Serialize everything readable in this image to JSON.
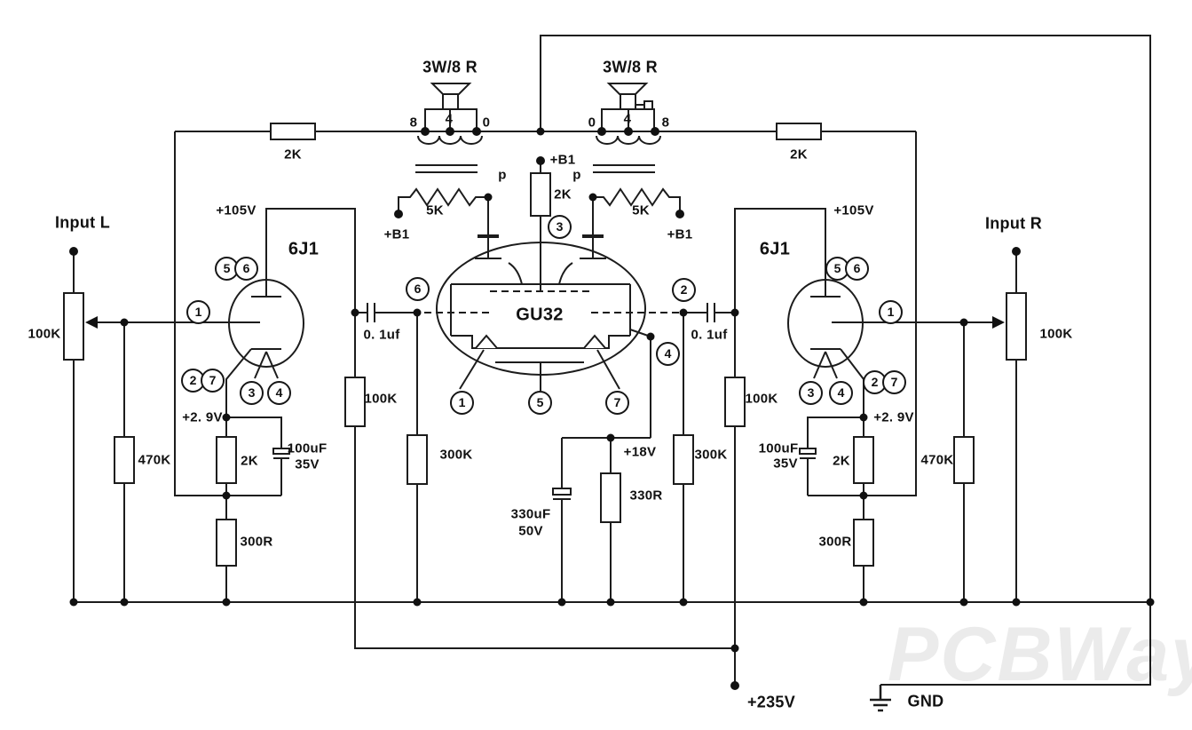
{
  "watermark": "PCBWay",
  "power": {
    "supply": "+235V",
    "ground": "GND"
  },
  "inputs": {
    "left": "Input L",
    "right": "Input R"
  },
  "volume": {
    "left": "100K",
    "right": "100K"
  },
  "feedback": {
    "left": "2K",
    "right": "2K"
  },
  "speakers": {
    "left": "3W/8 R",
    "right": "3W/8 R"
  },
  "taps": {
    "left": [
      "8",
      "4",
      "0"
    ],
    "right": [
      "0",
      "4",
      "8"
    ]
  },
  "primaries": {
    "left": "5K",
    "right": "5K",
    "left_p": "p",
    "right_p": "p",
    "left_b1": "+B1",
    "right_b1": "+B1"
  },
  "screen": {
    "b1": "+B1",
    "resistor": "2K"
  },
  "gu32": {
    "name": "GU32",
    "pins": {
      "p1": "1",
      "p2": "2",
      "p3": "3",
      "p4": "4",
      "p5": "5",
      "p6": "6",
      "p7": "7"
    }
  },
  "driver_left": {
    "name": "6J1",
    "anode_v": "+105V",
    "cathode_v": "+2. 9V",
    "cathode_r": "2K",
    "bypass_cap": "100uF",
    "bypass_v": "35V",
    "tail_r": "300R",
    "grid_leak": "470K",
    "coupling": "0. 1uf",
    "anode_r": "100K",
    "grid_r": "300K",
    "pins": {
      "p1": "1",
      "p2": "2",
      "p3": "3",
      "p4": "4",
      "p5": "5",
      "p6": "6",
      "p7": "7"
    }
  },
  "driver_right": {
    "name": "6J1",
    "anode_v": "+105V",
    "cathode_v": "+2. 9V",
    "cathode_r": "2K",
    "bypass_cap": "100uF",
    "bypass_v": "35V",
    "tail_r": "300R",
    "grid_leak": "470K",
    "coupling": "0. 1uf",
    "anode_r": "100K",
    "grid_r": "300K",
    "pins": {
      "p1": "1",
      "p2": "2",
      "p3": "3",
      "p4": "4",
      "p5": "5",
      "p6": "6",
      "p7": "7"
    }
  },
  "gu32_cathode": {
    "v": "+18V",
    "r": "330R",
    "cap": "330uF",
    "cap_v": "50V"
  }
}
